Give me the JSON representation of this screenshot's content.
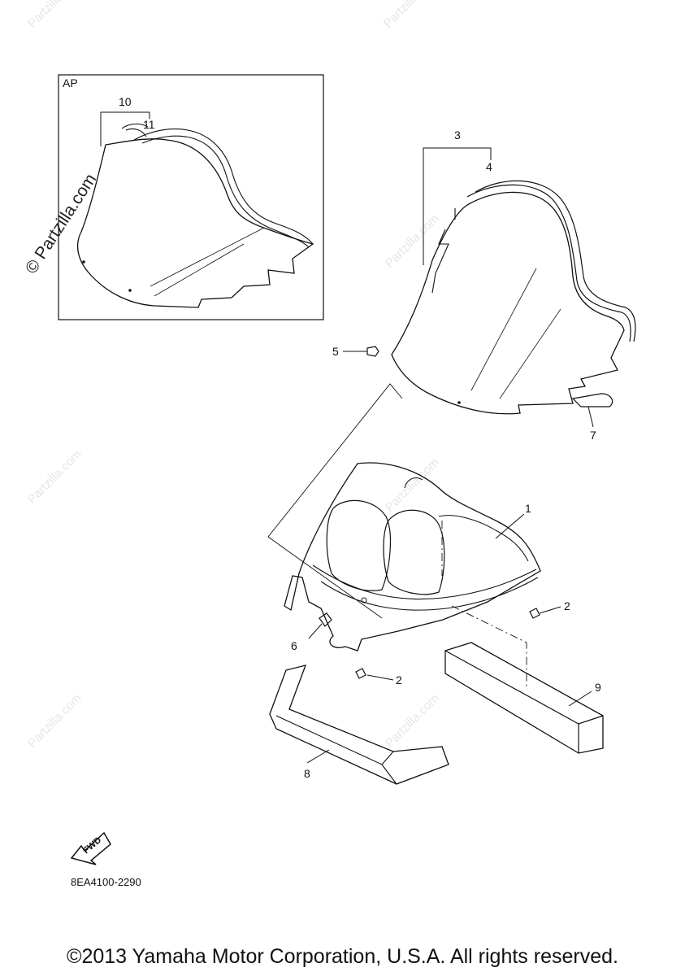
{
  "inset_label": "AP",
  "callouts": {
    "c1": "1",
    "c2a": "2",
    "c2b": "2",
    "c3": "3",
    "c4": "4",
    "c5": "5",
    "c6": "6",
    "c7": "7",
    "c8": "8",
    "c9": "9",
    "c10": "10",
    "c11": "11"
  },
  "fwd_label": "FWD",
  "diagram_code": "8EA4100-2290",
  "watermark": "Partzilla.com",
  "watermark_main": "© Partzilla.com",
  "copyright": "©2013 Yamaha Motor Corporation, U.S.A. All rights reserved."
}
